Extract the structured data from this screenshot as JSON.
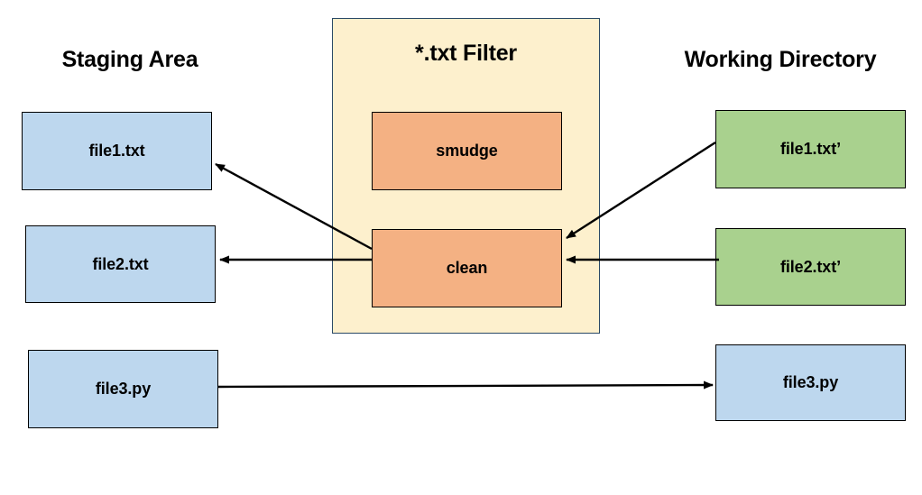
{
  "diagram": {
    "title_left": "Staging Area",
    "title_right": "Working Directory",
    "filter": {
      "label": "*.txt Filter",
      "operations": [
        {
          "label": "smudge"
        },
        {
          "label": "clean"
        }
      ]
    },
    "staging_area": [
      {
        "label": "file1.txt"
      },
      {
        "label": "file2.txt"
      },
      {
        "label": "file3.py"
      }
    ],
    "working_directory": [
      {
        "label": "file1.txt’"
      },
      {
        "label": "file2.txt’"
      },
      {
        "label": "file3.py"
      }
    ],
    "colors": {
      "staging": "#bdd7ee",
      "working": "#a9d18e",
      "passthrough": "#bdd7ee",
      "operation": "#f4b183",
      "filter_bg": "#fdf0cd",
      "filter_border": "#2b4a66",
      "node_border": "#000000",
      "arrow": "#000000",
      "text": "#000000",
      "background": "#ffffff"
    },
    "edges": [
      {
        "from": "file1.txt’",
        "to": "clean",
        "direction": "right-to-left",
        "style": "diagonal"
      },
      {
        "from": "file2.txt’",
        "to": "clean",
        "direction": "right-to-left",
        "style": "straight"
      },
      {
        "from": "clean",
        "to": "file1.txt",
        "direction": "right-to-left",
        "style": "diagonal"
      },
      {
        "from": "clean",
        "to": "file2.txt",
        "direction": "right-to-left",
        "style": "straight"
      },
      {
        "from": "file3.py",
        "to": "file3.py",
        "direction": "left-to-right",
        "style": "straight"
      }
    ]
  }
}
